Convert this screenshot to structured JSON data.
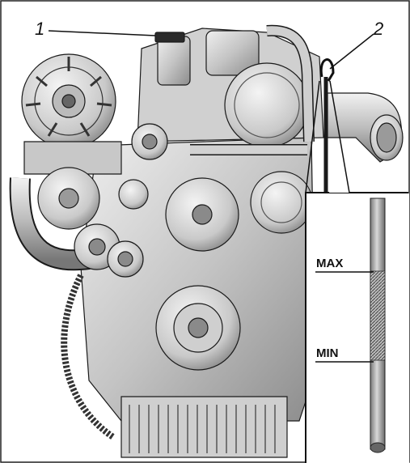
{
  "callouts": [
    {
      "id": "1",
      "label": "1"
    },
    {
      "id": "2",
      "label": "2"
    }
  ],
  "dipstick_marks": {
    "max_label": "MAX",
    "min_label": "MIN"
  },
  "colors": {
    "outline": "#1a1a1a",
    "metal_light": "#d9d9d9",
    "metal_mid": "#a8a8a8",
    "metal_dark": "#6e6e6e",
    "frame": "#222222"
  }
}
